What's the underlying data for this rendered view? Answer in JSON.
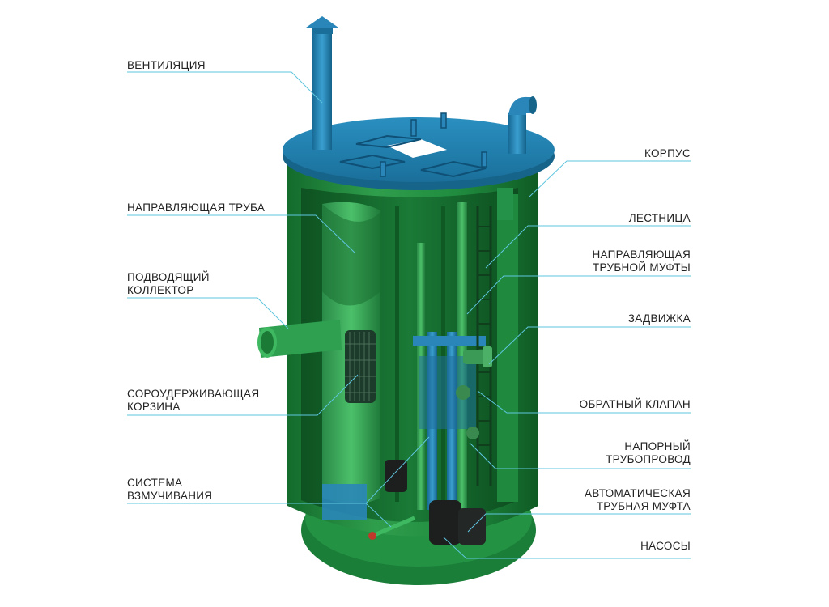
{
  "colors": {
    "body_green": "#1f8a3e",
    "body_green_dark": "#136b2c",
    "body_green_light": "#3fae5a",
    "lid_blue": "#1f7fae",
    "lid_blue_dark": "#16648a",
    "pipe_blue": "#2a86b8",
    "leader_line": "#5fc6df",
    "text": "#222222"
  },
  "labels": {
    "ventilation": "ВЕНТИЛЯЦИЯ",
    "guide_pipe": "НАПРАВЛЯЮЩАЯ ТРУБА",
    "inlet_collector_1": "ПОДВОДЯЩИЙ",
    "inlet_collector_2": "КОЛЛЕКТОР",
    "debris_basket_1": "СОРОУДЕРЖИВАЮЩАЯ",
    "debris_basket_2": "КОРЗИНА",
    "agitation_1": "СИСТЕМА",
    "agitation_2": "ВЗМУЧИВАНИЯ",
    "housing": "КОРПУС",
    "ladder": "ЛЕСТНИЦА",
    "coupling_guide_1": "НАПРАВЛЯЮЩАЯ",
    "coupling_guide_2": "ТРУБНОЙ МУФТЫ",
    "gate_valve": "ЗАДВИЖКА",
    "check_valve": "ОБРАТНЫЙ КЛАПАН",
    "pressure_pipe_1": "НАПОРНЫЙ",
    "pressure_pipe_2": "ТРУБОПРОВОД",
    "auto_coupling_1": "АВТОМАТИЧЕСКАЯ",
    "auto_coupling_2": "ТРУБНАЯ МУФТА",
    "pumps": "НАСОСЫ"
  }
}
